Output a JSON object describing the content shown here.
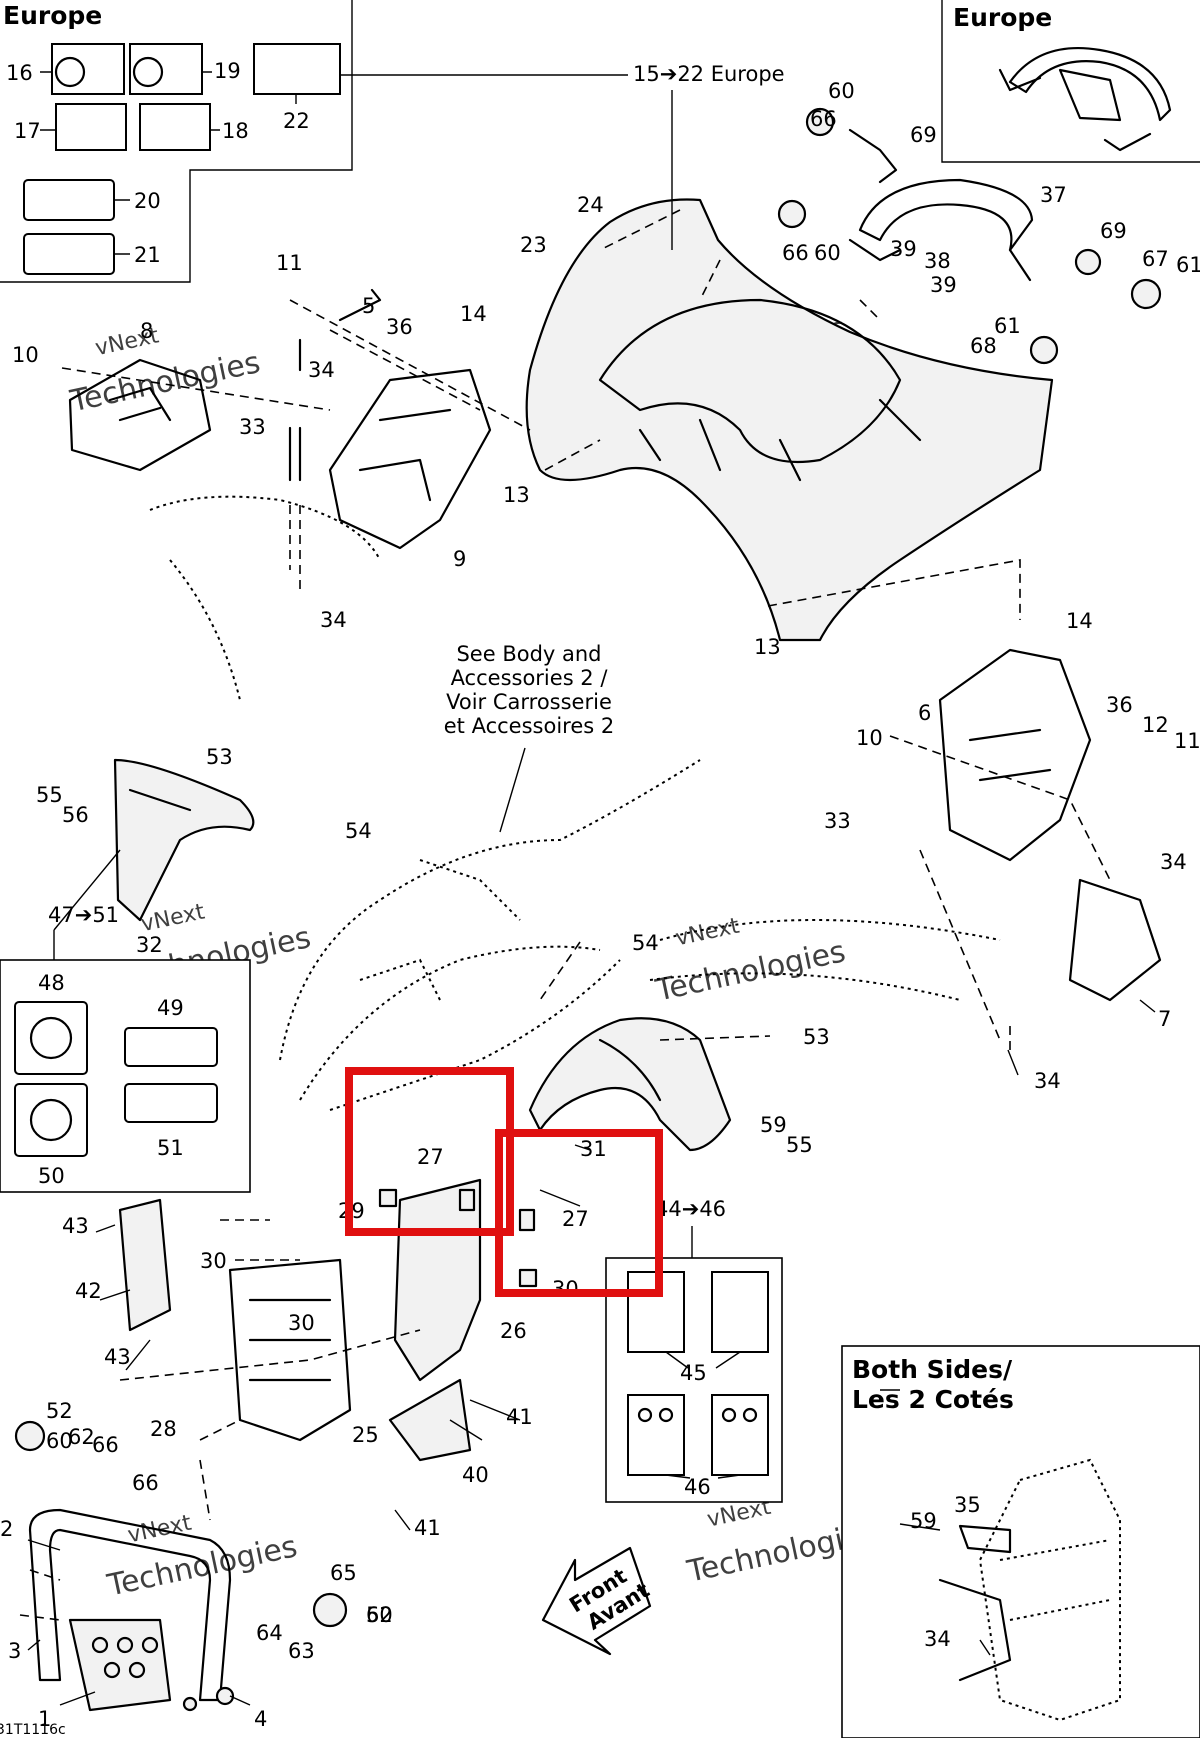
{
  "diagram": {
    "box_titles": {
      "top_left": "Europe",
      "top_right": "Europe",
      "both_sides_line1": "Both Sides/",
      "both_sides_line2": "Les 2 Cotés"
    },
    "callout": {
      "line1": "See Body and",
      "line2": "Accessories 2 /",
      "line3": "Voir Carrosserie",
      "line4": "et Accessoires 2"
    },
    "group_labels": {
      "europe_decals": "15➔22 Europe",
      "g47_51": "47➔51",
      "g44_46": "44➔46"
    },
    "front": {
      "line1": "Front",
      "line2": "Avant"
    },
    "figure_code": "31T1116c",
    "watermark": {
      "line1": "vNext",
      "line2": "Technologies"
    },
    "part_labels": [
      "1",
      "2",
      "3",
      "4",
      "5",
      "6",
      "7",
      "8",
      "9",
      "10",
      "10",
      "11",
      "11",
      "12",
      "13",
      "13",
      "14",
      "14",
      "16",
      "17",
      "18",
      "19",
      "20",
      "21",
      "22",
      "23",
      "24",
      "25",
      "26",
      "27",
      "27",
      "28",
      "29",
      "30",
      "30",
      "30",
      "31",
      "32",
      "33",
      "33",
      "34",
      "34",
      "34",
      "34",
      "34",
      "35",
      "36",
      "36",
      "37",
      "38",
      "39",
      "39",
      "40",
      "41",
      "41",
      "42",
      "43",
      "43",
      "45",
      "46",
      "48",
      "49",
      "50",
      "51",
      "52",
      "52",
      "53",
      "53",
      "54",
      "54",
      "55",
      "55",
      "56",
      "59",
      "59",
      "60",
      "60",
      "60",
      "60",
      "61",
      "61",
      "62",
      "63",
      "64",
      "65",
      "66",
      "66",
      "66",
      "66",
      "67",
      "68",
      "69",
      "69"
    ],
    "highlight_color": "#e01010"
  }
}
